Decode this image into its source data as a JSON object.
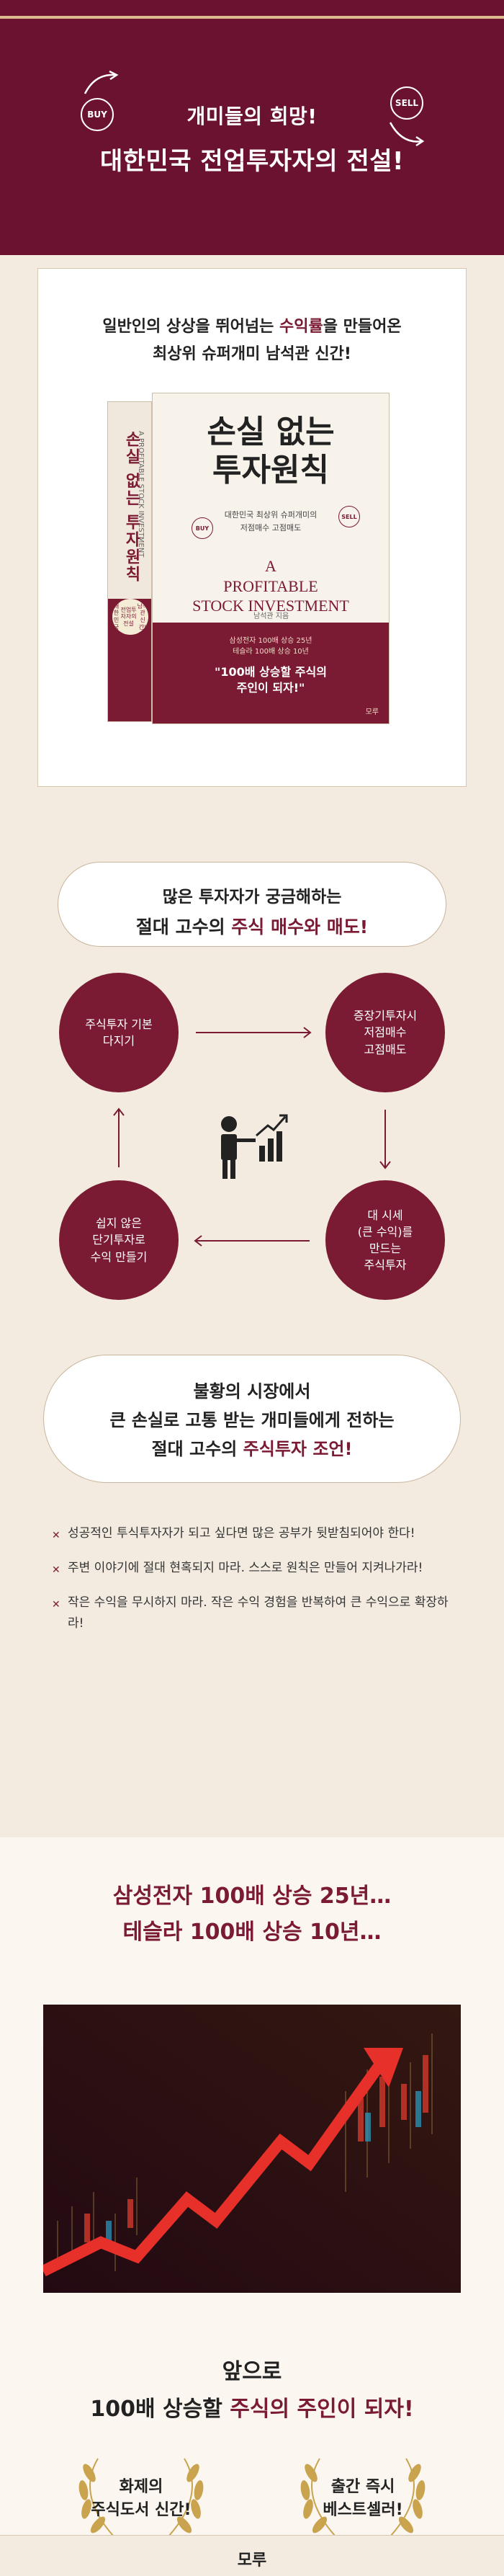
{
  "hero": {
    "line1": "개미들의 희망!",
    "line2": "대한민국 전업투자자의 전설!",
    "buy_badge": "BUY",
    "sell_badge": "SELL"
  },
  "intro": {
    "line1_pre": "일반인의 상상을 뛰어넘는 ",
    "line1_hl": "수익률",
    "line1_post": "을 만들어온",
    "line2": "최상위 슈퍼개미 남석관 신간!"
  },
  "book": {
    "title_line1": "손실 없는",
    "title_line2": "투자원칙",
    "spine_title": "손실 없는 투자원칙",
    "spine_sub": "A PROFITABLE STOCK INVESTMENT",
    "subtitle_line1": "대한민국 최상위 슈퍼개미의",
    "subtitle_line2": "저점매수 고점매도",
    "english_line1": "A",
    "english_line2": "PROFITABLE",
    "english_line3": "STOCK INVESTMENT",
    "author": "남석관 지음",
    "meta_line1": "삼성전자 100배 상승 25년",
    "meta_line2": "테슬라 100배 상승 10년",
    "slogan_line1": "\"100배 상승할 주식의",
    "slogan_line2": "주인이 되자!\"",
    "seal_line1": "대한민국",
    "seal_line2": "전업투자자의 전설",
    "seal_line3": "남석관 신간!",
    "publisher": "모루",
    "buy_badge": "BUY",
    "sell_badge": "SELL"
  },
  "cycle": {
    "head_line1": "많은 투자자가 궁금해하는",
    "head_line2_pre": "절대 고수의 ",
    "head_line2_hl": "주식 매수와 매도!",
    "nodes": [
      {
        "line1": "주식투자 기본",
        "line2": "다지기",
        "line3": ""
      },
      {
        "line1": "증장기투자시",
        "line2": "저점매수",
        "line3": "고점매도"
      },
      {
        "line1": "대 시세",
        "line2": "(큰 수익)를",
        "line3": "만드는",
        "line4": "주식투자"
      },
      {
        "line1": "쉽지 않은",
        "line2": "단기투자로",
        "line3": "수익 만들기"
      }
    ],
    "center_icon": "investor-chart-icon"
  },
  "advice": {
    "line1": "불황의 시장에서",
    "line2": "큰 손실로 고통 받는 개미들에게 전하는",
    "line3_pre": "절대 고수의 ",
    "line3_hl": "주식투자 조언!",
    "bullets": [
      "성공적인 투식투자자가 되고 싶다면 많은 공부가 뒷받침되어야 한다!",
      "주변 이야기에 절대 현혹되지 마라. 스스로 원칙은 만들어 지켜나가라!",
      "작은 수익을 무시하지 마라. 작은 수익 경험을 반복하여 큰 수익으로 확장하라!"
    ],
    "bullet_icon": "x-mark-icon"
  },
  "final": {
    "head_line1": "삼성전자 100배 상승 25년…",
    "head_line2": "테슬라 100배 상승 10년…",
    "slogan_line1": "앞으로",
    "slogan_line2_pre": "100배 상승할 ",
    "slogan_line2_hl": "주식의 주인이 되자!",
    "laurel_left_line1": "화제의",
    "laurel_left_line2": "주식도서 신간!",
    "laurel_right_line1": "출간 즉시",
    "laurel_right_line2": "베스트셀러!",
    "publisher": "모루"
  },
  "colors": {
    "burgundy": "#6b1230",
    "accent": "#7a1a33",
    "cream": "#f3ebe0",
    "gold": "#dcb98e"
  }
}
